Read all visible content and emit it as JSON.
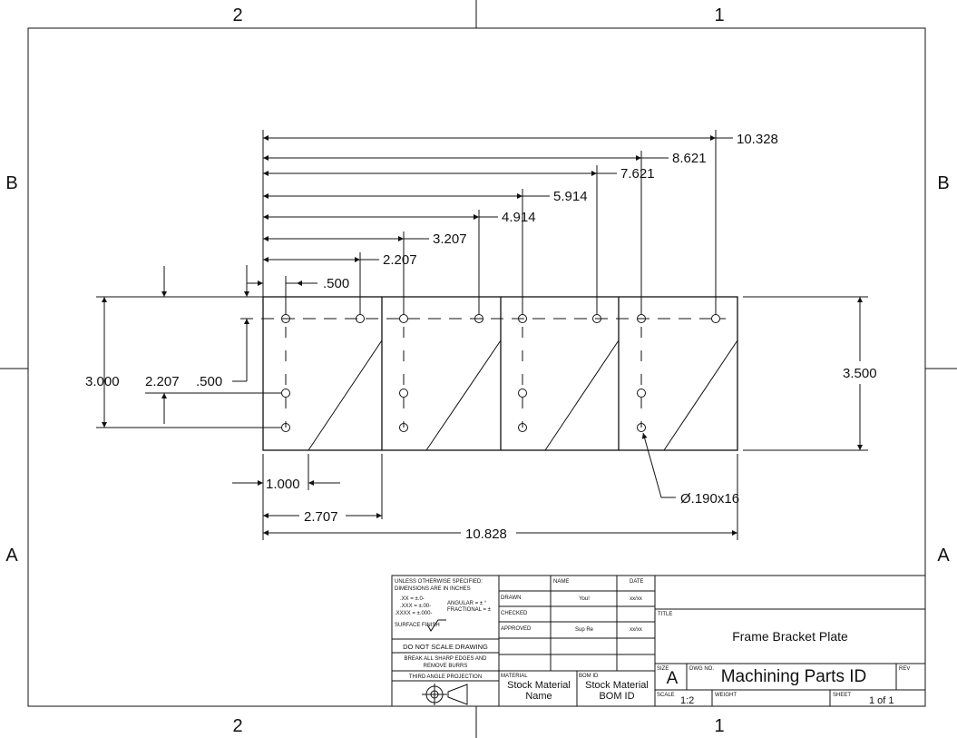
{
  "zones": {
    "top": [
      "2",
      "1"
    ],
    "bottom": [
      "2",
      "1"
    ],
    "left": [
      "B",
      "A"
    ],
    "right": [
      "B",
      "A"
    ]
  },
  "dimensions": {
    "horizontal": [
      "10.328",
      "8.621",
      "7.621",
      "5.914",
      "4.914",
      "3.207",
      "2.207",
      ".500"
    ],
    "vertical_left": [
      "3.000",
      "2.207",
      ".500"
    ],
    "vertical_right": "3.500",
    "bottom": [
      "1.000",
      "2.707",
      "10.828"
    ],
    "hole_callout": "Ø.190x16"
  },
  "title_block": {
    "tolerance_note": [
      "UNLESS OTHERWISE SPECIFIED:",
      "DIMENSIONS ARE IN INCHES",
      ".XX = ±.0-",
      ".XXX = ±.00-",
      ".XXXX = ±.000-",
      "ANGULAR = ± °",
      "FRACTIONAL = ±",
      "SURFACE FINISH"
    ],
    "do_not_scale": "DO NOT SCALE DRAWING",
    "break_edges": [
      "BREAK ALL SHARP EDGES AND",
      "REMOVE BURRS"
    ],
    "projection": "THIRD ANGLE PROJECTION",
    "col_headers": {
      "name": "NAME",
      "date": "DATE"
    },
    "rows": [
      {
        "label": "DRAWN",
        "name": "You!",
        "date": "xx/xx"
      },
      {
        "label": "CHECKED",
        "name": "",
        "date": ""
      },
      {
        "label": "APPROVED",
        "name": "Sup Re",
        "date": "xx/xx"
      }
    ],
    "material_label": "MATERIAL",
    "material_value": [
      "Stock Material",
      "Name"
    ],
    "bom_label": "BOM ID",
    "bom_value": [
      "Stock Material",
      "BOM ID"
    ],
    "title_label": "TITLE",
    "title": "Frame Bracket Plate",
    "size_label": "SIZE",
    "size": "A",
    "dwg_label": "DWG NO.",
    "dwg_no": "Machining Parts ID",
    "rev_label": "REV",
    "scale_label": "SCALE",
    "scale": "1:2",
    "weight_label": "WEIGHT",
    "sheet_label": "SHEET",
    "sheet": "1 of 1"
  }
}
